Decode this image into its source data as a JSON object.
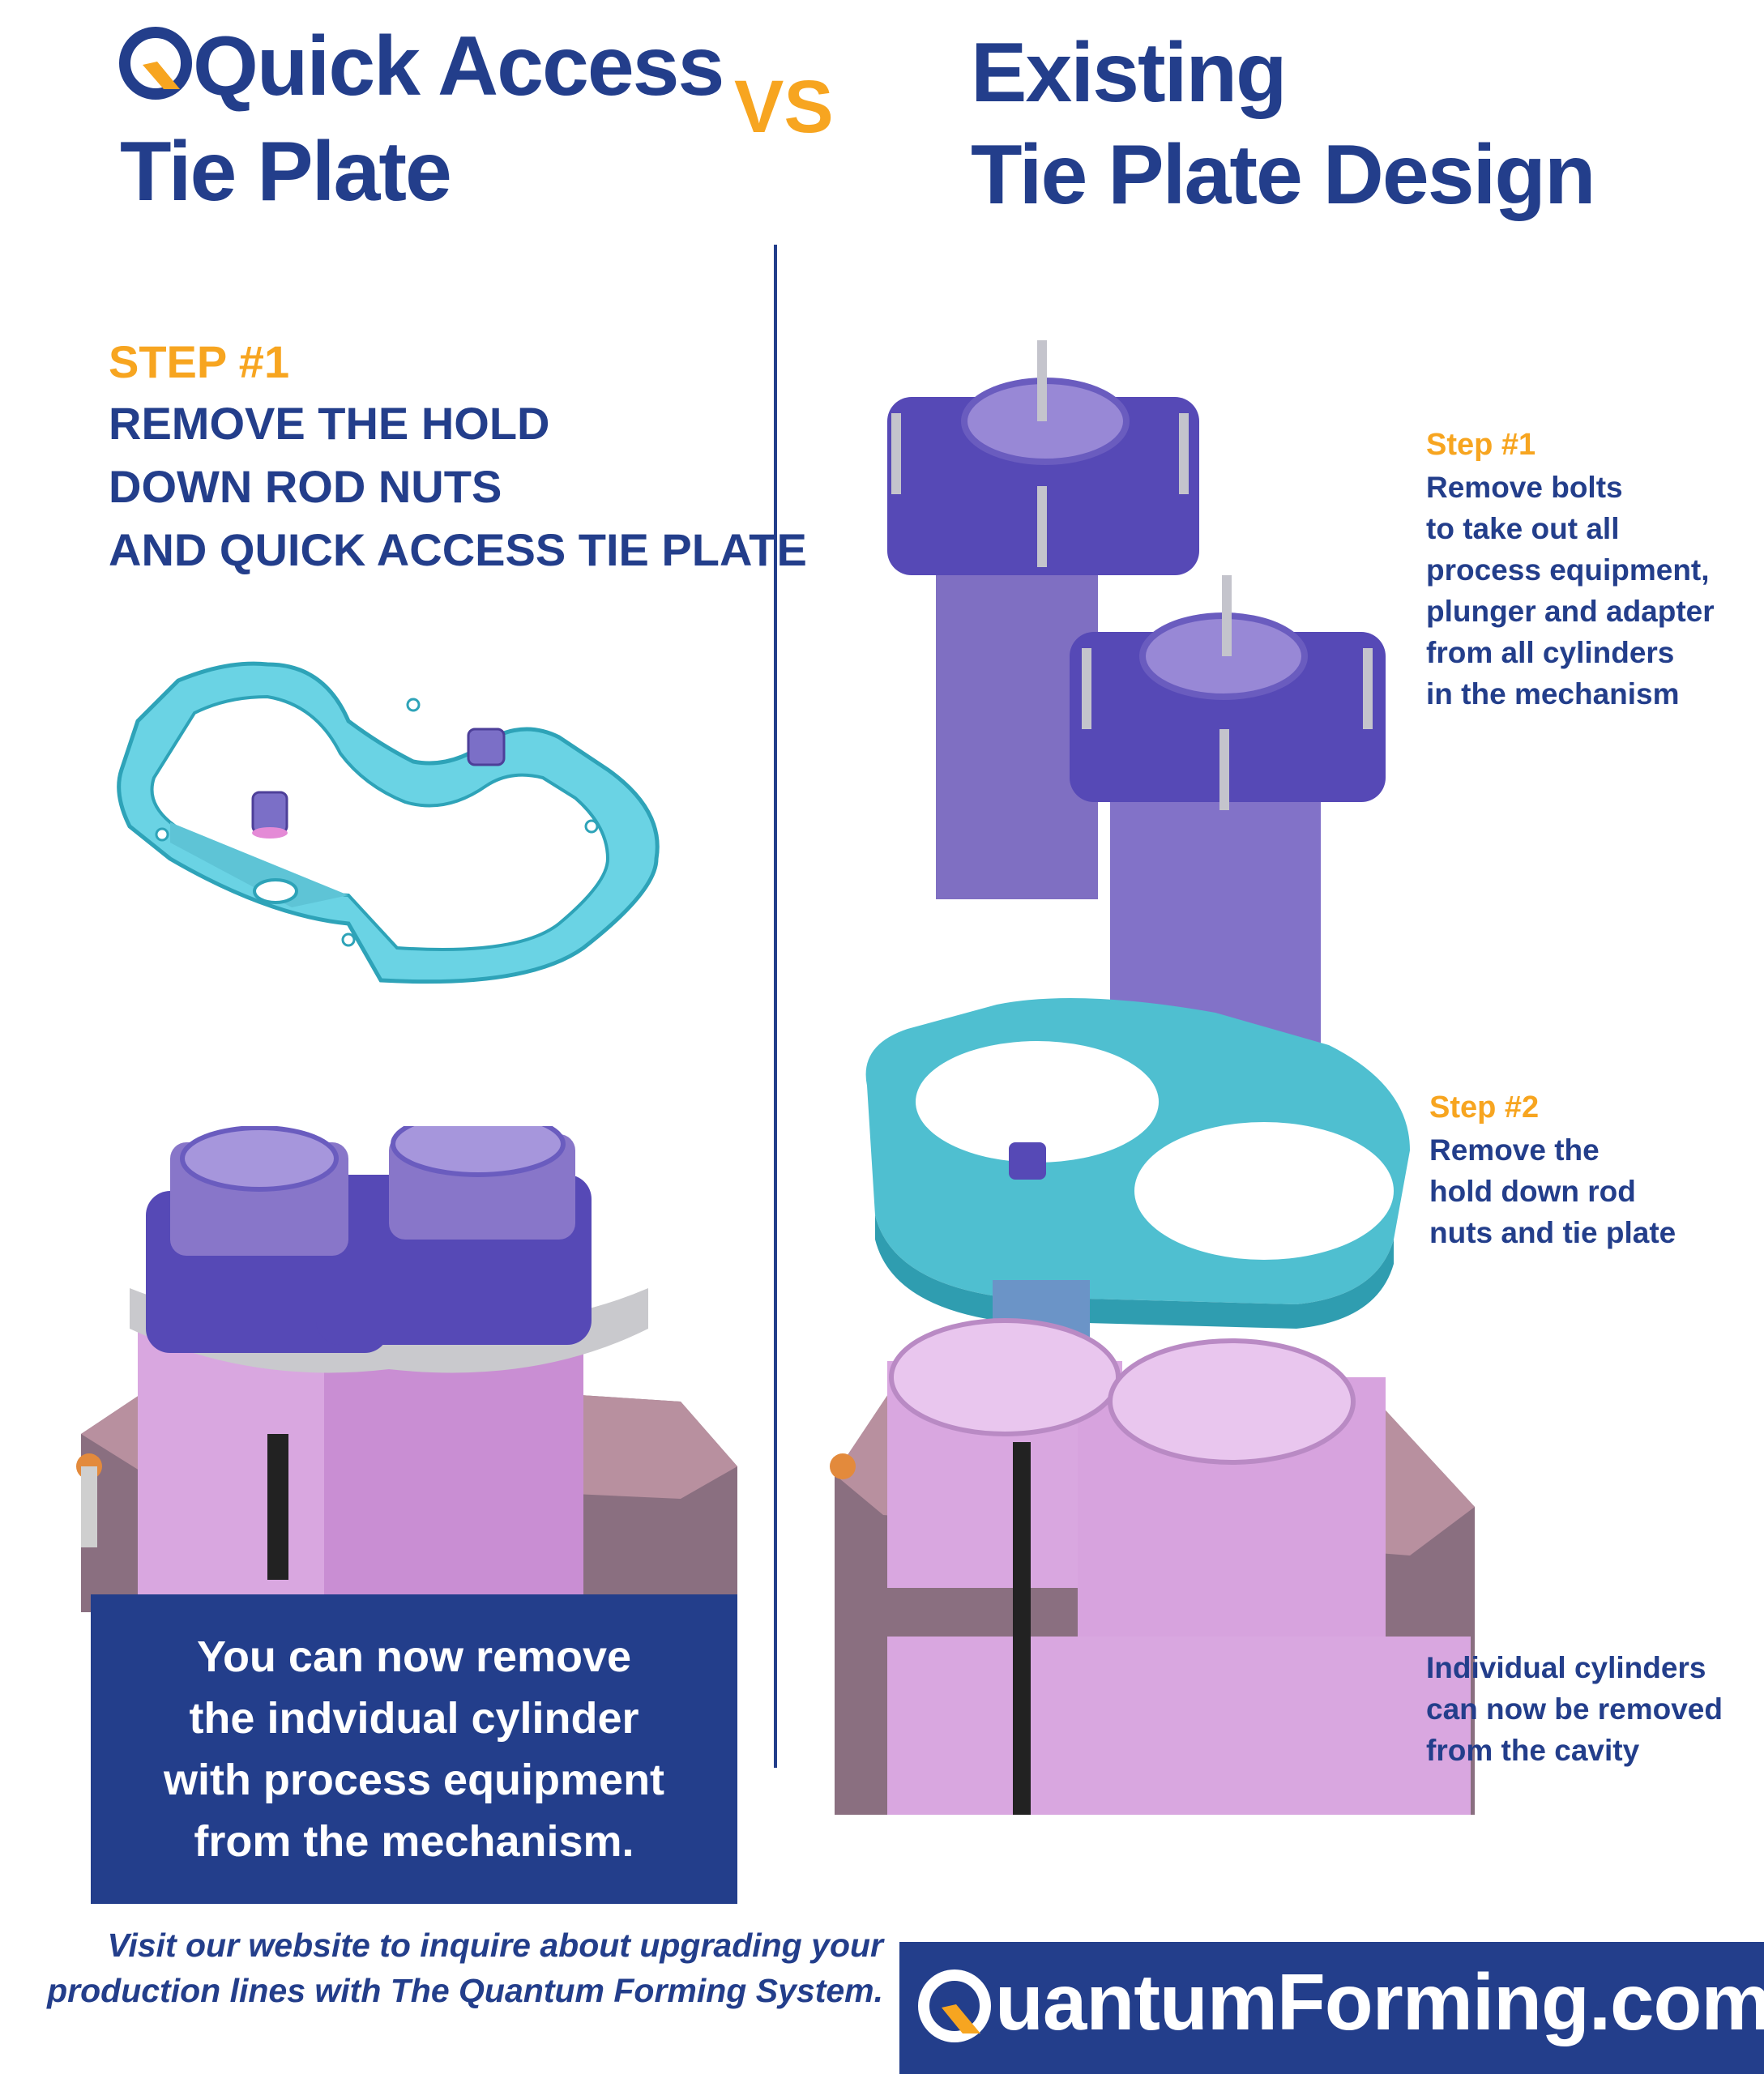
{
  "header": {
    "left_title_line1": "Quick Access",
    "left_title_line2": "Tie Plate",
    "vs_label": "VS",
    "right_title_line1": "Existing",
    "right_title_line2": "Tie Plate Design"
  },
  "left": {
    "step_heading": "STEP #1",
    "step_lines": [
      "REMOVE THE HOLD",
      "DOWN ROD NUTS",
      "AND QUICK ACCESS TIE PLATE"
    ],
    "callout_lines": [
      "You can now remove",
      "the indvidual cylinder",
      "with process equipment",
      "from the mechanism."
    ]
  },
  "right": {
    "step1_heading": "Step #1",
    "step1_lines": [
      "Remove bolts",
      "to take out all",
      "process equipment,",
      "plunger and adapter",
      "from all cylinders",
      "in the mechanism"
    ],
    "step2_heading": "Step #2",
    "step2_lines": [
      "Remove the",
      "hold down rod",
      "nuts and tie plate"
    ],
    "result_lines": [
      "Individual cylinders",
      "can now be removed",
      "from the cavity"
    ]
  },
  "footer": {
    "text_line1": "Visit our website to inquire about upgrading your",
    "text_line2": "production lines with The Quantum Forming System.",
    "website": "uantumForming.com"
  },
  "colors": {
    "navy": "#233e8b",
    "orange": "#f7a520",
    "cyan_plate": "#6ad3e4",
    "purple_cyl": "#8876c9",
    "pink_body": "#d9a7e0"
  }
}
